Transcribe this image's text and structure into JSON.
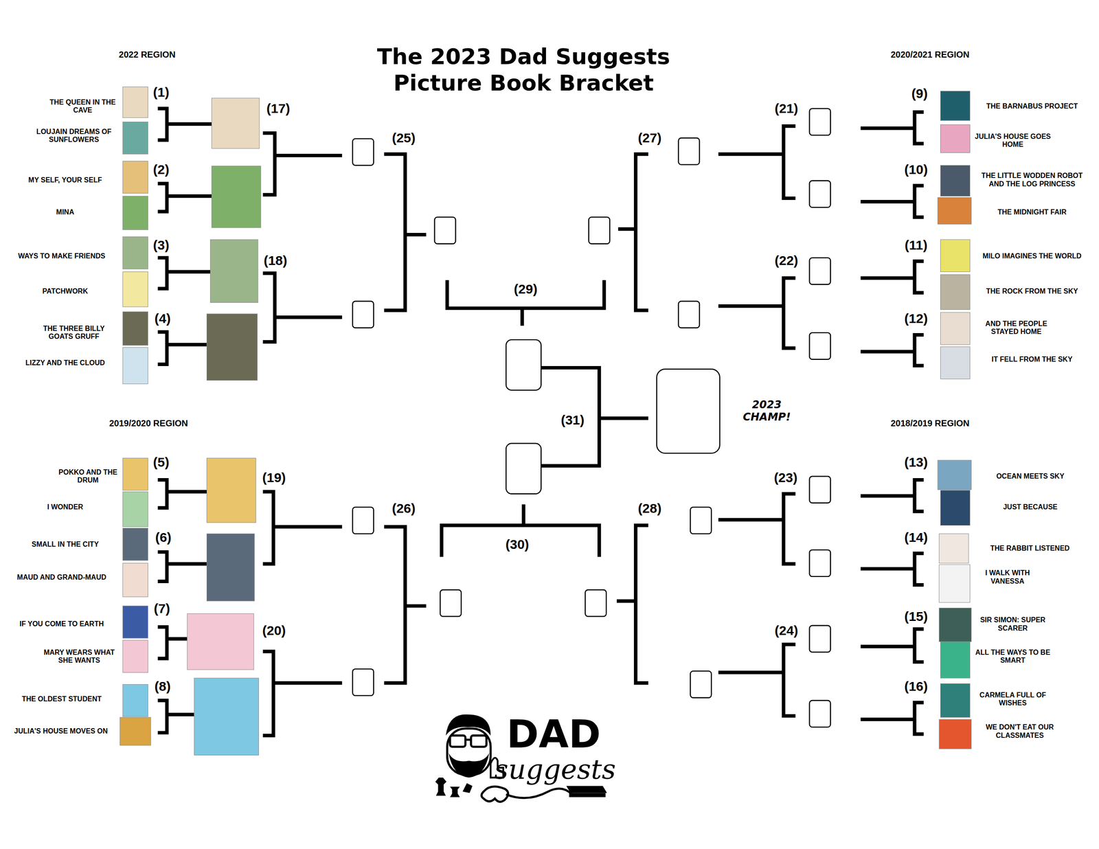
{
  "diagram": {
    "title": "The 2023 Dad Suggests Picture Book Bracket",
    "labels": [
      "2022 REGION",
      "(1)",
      "THE QUEEN IN THE CAVE",
      "LOUJAIN DREAMS OF SUNFLOWERS",
      "(17)",
      "(2)",
      "MY SELF, YOUR SELF",
      "MINA",
      "(3)",
      "WAYS TO MAKE FRIENDS",
      "PATCHWORK",
      "(18)",
      "(4)",
      "THE THREE BILLY GOATS GRUFF",
      "LIZZY AND THE CLOUD",
      "(25)",
      "(29)",
      "(27)",
      "(21)",
      "2020/2021 REGION",
      "(9)",
      "THE BARNABUS PROJECT",
      "JULIA'S HOUSE GOES HOME",
      "(10)",
      "THE LITTLE WODDEN ROBOT AND THE LOG PRINCESS",
      "THE MIDNIGHT FAIR",
      "(11)",
      "MILO IMAGINES THE WORLD",
      "THE ROCK FROM THE SKY",
      "(22)",
      "(12)",
      "AND THE PEOPLE STAYED HOME",
      "IT FELL FROM THE SKY",
      "(31)",
      "2023 CHAMP!",
      "2019/2020 REGION",
      "(5)",
      "POKKO AND THE DRUM",
      "I WONDER",
      "(19)",
      "(6)",
      "SMALL IN THE CITY",
      "MAUD AND GRAND-MAUD",
      "(7)",
      "IF YOU COME TO EARTH",
      "MARY WEARS WHAT SHE WANTS",
      "(20)",
      "(8)",
      "THE OLDEST STUDENT",
      "JULIA'S HOUSE MOVES ON",
      "(26)",
      "(30)",
      "(28)",
      "2018/2019 REGION",
      "(13)",
      "OCEAN MEETS SKY",
      "JUST BECAUSE",
      "(23)",
      "(14)",
      "THE RABBIT LISTENED",
      "I WALK WITH VANESSA",
      "(15)",
      "SIR SIMON: SUPER SCARER",
      "ALL THE WAYS TO BE SMART",
      "(24)",
      "(16)",
      "CARMELA FULL OF WISHES",
      "WE DON'T EAT OUR CLASSMATES",
      "DAD",
      "suggests"
    ]
  }
}
